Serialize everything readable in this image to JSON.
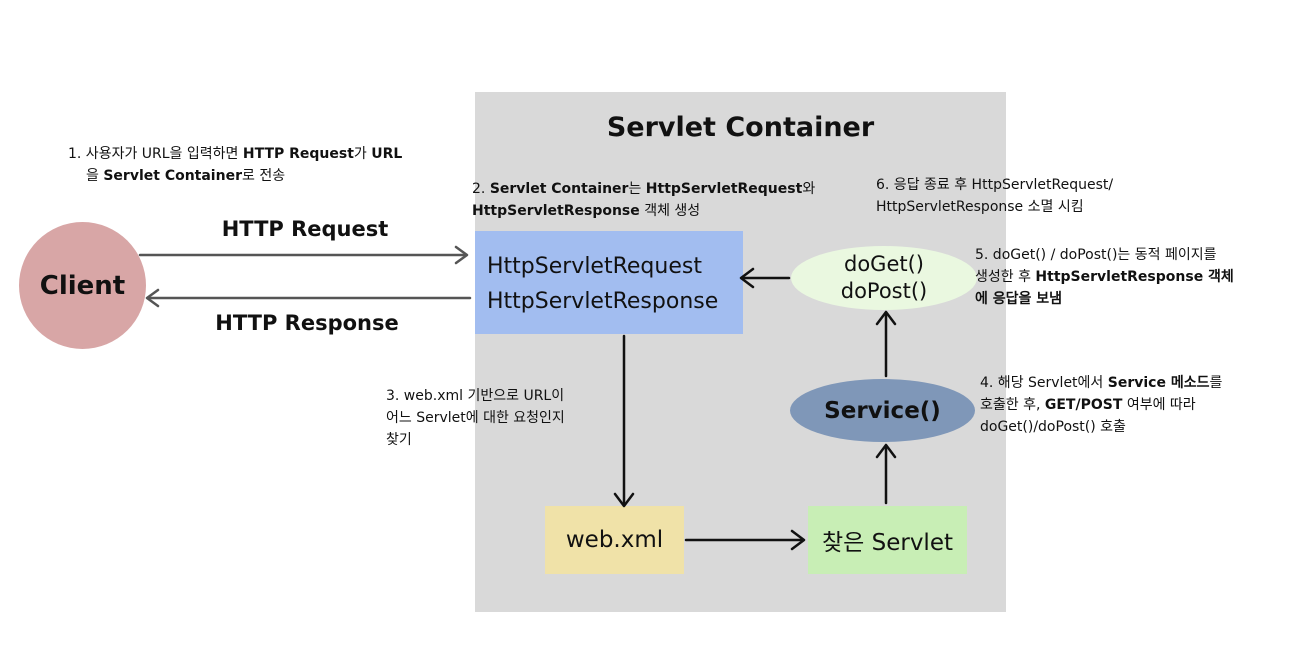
{
  "container_title": "Servlet Container",
  "client_label": "Client",
  "http_request_label": "HTTP Request",
  "http_response_label": "HTTP Response",
  "request_box": {
    "line1": "HttpServletRequest",
    "line2": "HttpServletResponse"
  },
  "doget_node": {
    "line1": "doGet()",
    "line2": "doPost()"
  },
  "service_label": "Service()",
  "webxml_label": "web.xml",
  "found_servlet_label": "찾은 Servlet",
  "step1": {
    "p1": "1. 사용자가 URL을 입력하면 ",
    "b1": "HTTP Request",
    "p2": "가 ",
    "b2": "URL",
    "p3": "을 ",
    "b3": "Servlet Container",
    "p4": "로 전송"
  },
  "step2": {
    "p1": "2. ",
    "b1": "Servlet Container",
    "p2": "는 ",
    "b2": "HttpServletRequest",
    "p3": "와",
    "b3": "HttpServletResponse",
    "p4": " 객체 생성"
  },
  "step3": {
    "line1": "3. web.xml 기반으로 URL이",
    "line2": "어느 Servlet에 대한 요청인지",
    "line3": "찾기"
  },
  "step4": {
    "p1": "4. 해당 Servlet에서 ",
    "b1": "Service 메소드",
    "p2": "를",
    "p3": "호출한 후, ",
    "b2": "GET/POST",
    "p4": " 여부에 따라",
    "p5": "doGet()/doPost() 호출"
  },
  "step5": {
    "p1": "5. doGet() / doPost()는 동적 페이지를",
    "p2": "생성한 후 ",
    "b1": "HttpServletResponse 객체",
    "b2": "에 응답을 보냄"
  },
  "step6": {
    "line1": "6. 응답 종료 후 HttpServletRequest/",
    "line2": "HttpServletResponse 소멸 시킴"
  }
}
